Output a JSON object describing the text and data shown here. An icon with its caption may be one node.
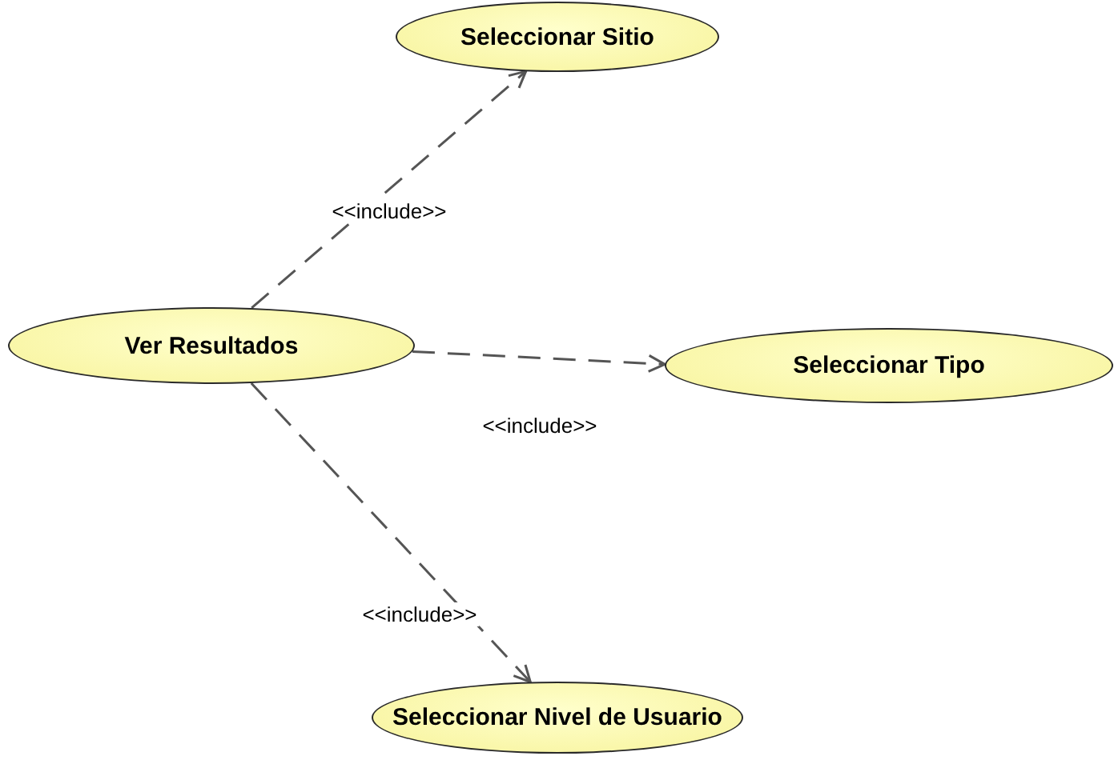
{
  "diagram": {
    "nodes": [
      {
        "text": [
          "Seleccionar Sitio"
        ]
      },
      {
        "text": [
          "Ver Resultados"
        ]
      },
      {
        "text": [
          "Seleccionar Tipo"
        ]
      },
      {
        "text": [
          "Seleccionar Nivel de Usuario"
        ]
      }
    ],
    "edges": [
      {
        "from": 1,
        "to": 0,
        "arrow": "to",
        "style": "dashed",
        "label": "<<include>>"
      },
      {
        "from": 1,
        "to": 2,
        "arrow": "to",
        "style": "dashed",
        "label": "<<include>>"
      },
      {
        "from": 1,
        "to": 3,
        "arrow": "to",
        "style": "dashed",
        "label": "<<include>>"
      }
    ]
  }
}
